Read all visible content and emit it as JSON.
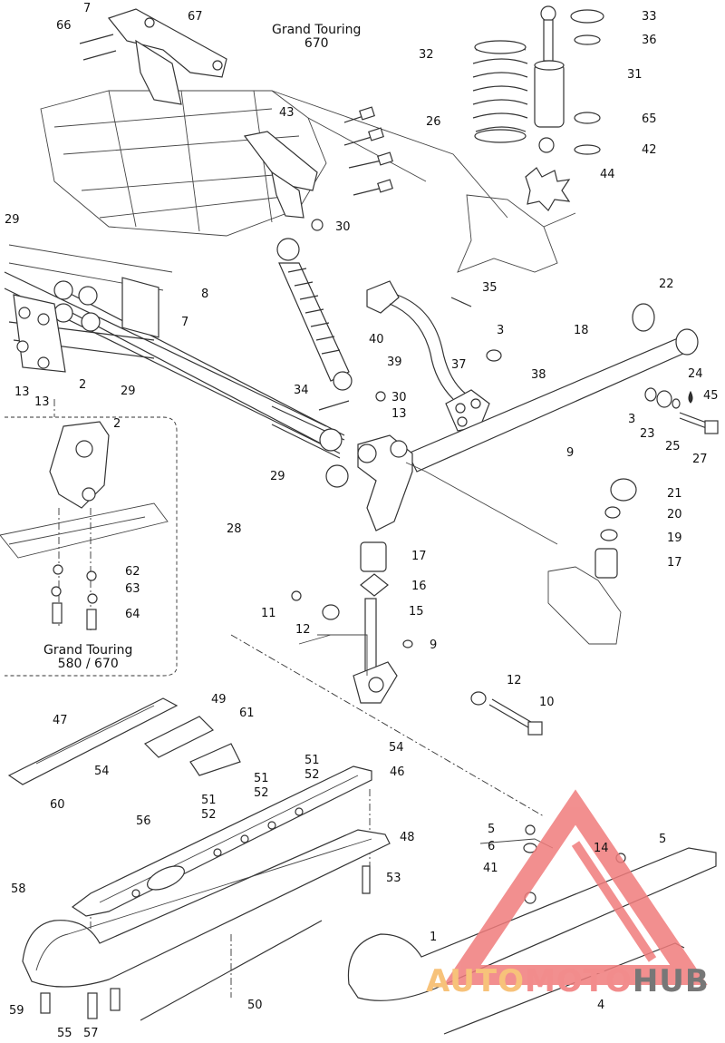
{
  "captions": {
    "grand_touring_670": "Grand Touring\n670",
    "grand_touring_580_670": "Grand Touring\n580 / 670"
  },
  "labels": {
    "p1": "1",
    "p2a": "2",
    "p2b": "2",
    "p3a": "3",
    "p3b": "3",
    "p4": "4",
    "p5a": "5",
    "p5b": "5",
    "p6": "6",
    "p7a": "7",
    "p7b": "7",
    "p8": "8",
    "p9a": "9",
    "p9b": "9",
    "p10": "10",
    "p11": "11",
    "p12a": "12",
    "p12b": "12",
    "p13a": "13",
    "p13b": "13",
    "p13c": "13",
    "p14": "14",
    "p15": "15",
    "p16": "16",
    "p17a": "17",
    "p17b": "17",
    "p18": "18",
    "p19": "19",
    "p20": "20",
    "p21": "21",
    "p22": "22",
    "p23": "23",
    "p24": "24",
    "p25": "25",
    "p26": "26",
    "p27": "27",
    "p28": "28",
    "p29a": "29",
    "p29b": "29",
    "p29c": "29",
    "p30a": "30",
    "p30b": "30",
    "p31": "31",
    "p32": "32",
    "p33": "33",
    "p34": "34",
    "p35": "35",
    "p36": "36",
    "p37": "37",
    "p38": "38",
    "p39": "39",
    "p40": "40",
    "p41": "41",
    "p42": "42",
    "p43": "43",
    "p44": "44",
    "p45": "45",
    "p46": "46",
    "p47": "47",
    "p48": "48",
    "p49": "49",
    "p50": "50",
    "p51a": "51",
    "p51b": "51",
    "p51c": "51",
    "p52a": "52",
    "p52b": "52",
    "p52c": "52",
    "p53": "53",
    "p54a": "54",
    "p54b": "54",
    "p55": "55",
    "p56": "56",
    "p57": "57",
    "p58": "58",
    "p59": "59",
    "p60": "60",
    "p61": "61",
    "p62": "62",
    "p63": "63",
    "p64": "64",
    "p65": "65",
    "p66": "66",
    "p67": "67"
  },
  "watermark": {
    "part1": "AUTO",
    "part2": "MOTO",
    "part3": "HUB",
    "logo_color": "#f07c7c"
  }
}
